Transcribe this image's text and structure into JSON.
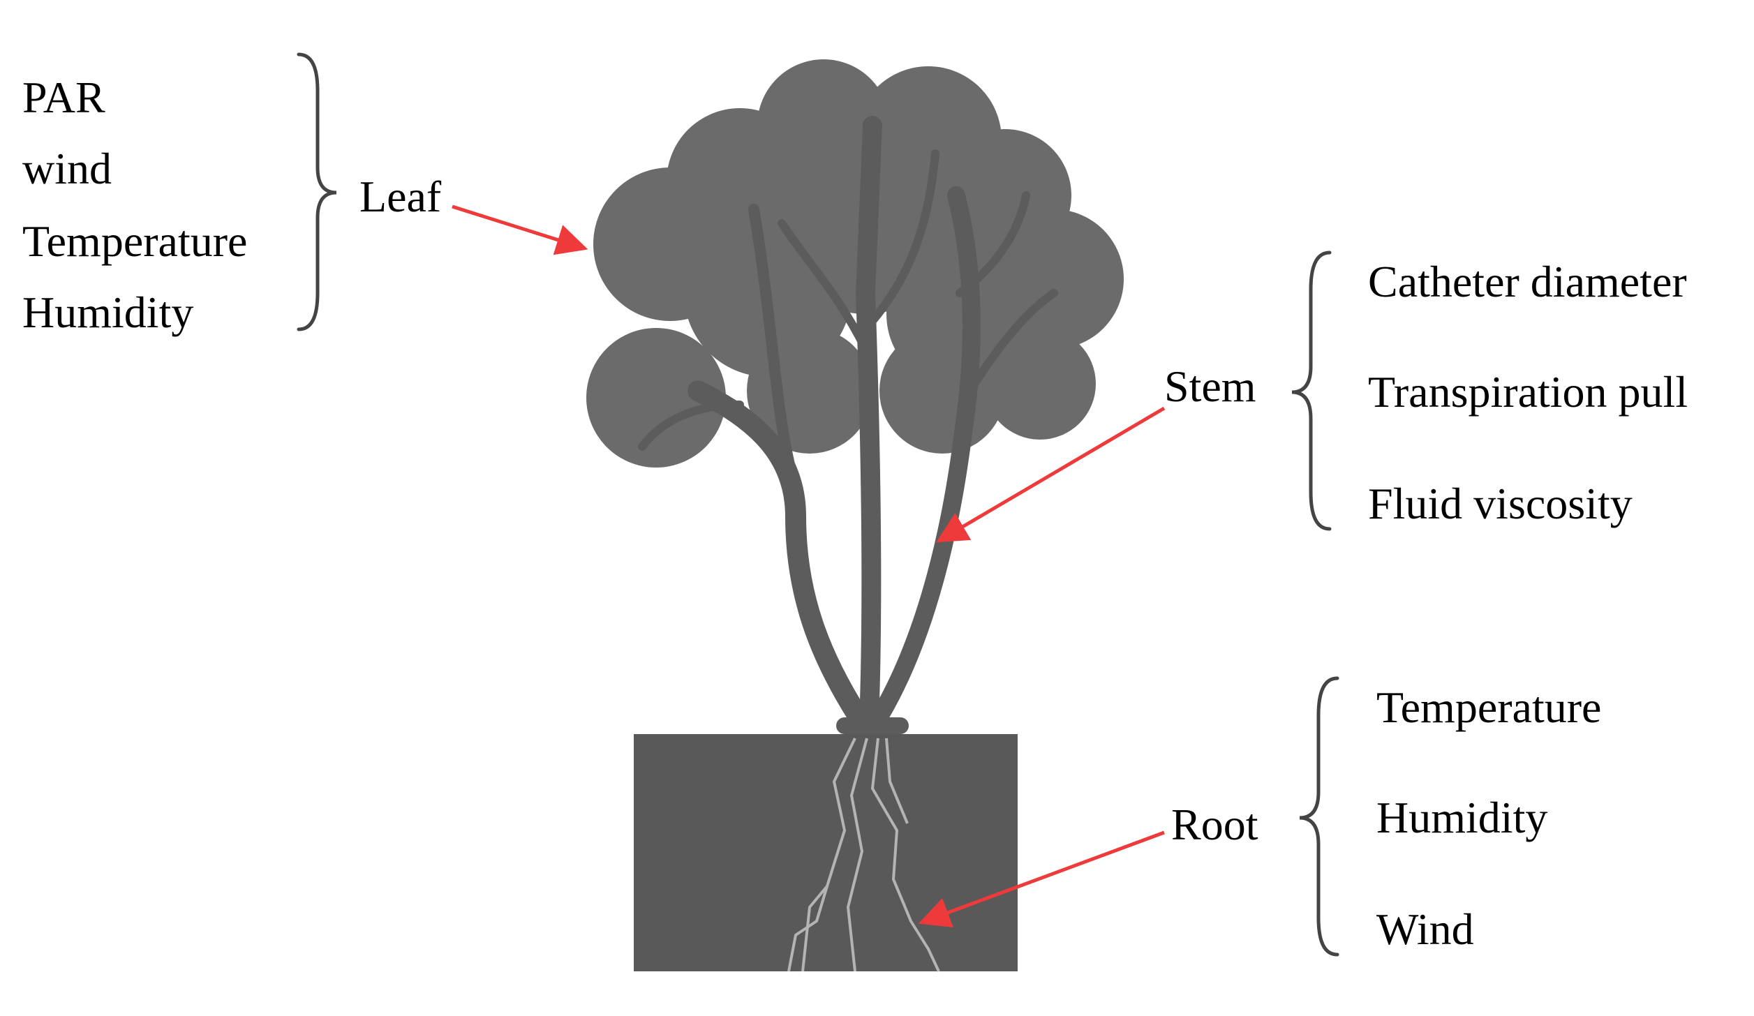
{
  "colors": {
    "background": "#ffffff",
    "plant": "#6b6b6b",
    "stem": "#5c5c5c",
    "soil": "#595959",
    "root_lines": "#b4b4b4",
    "arrow": "#ee3a3a",
    "brace": "#444444",
    "text": "#000000"
  },
  "leaf": {
    "label": "Leaf",
    "factors": [
      "PAR",
      "wind",
      "Temperature",
      "Humidity"
    ]
  },
  "stem": {
    "label": "Stem",
    "factors": [
      "Catheter diameter",
      "Transpiration pull",
      "Fluid viscosity"
    ]
  },
  "root": {
    "label": "Root",
    "factors": [
      "Temperature",
      "Humidity",
      "Wind"
    ]
  }
}
